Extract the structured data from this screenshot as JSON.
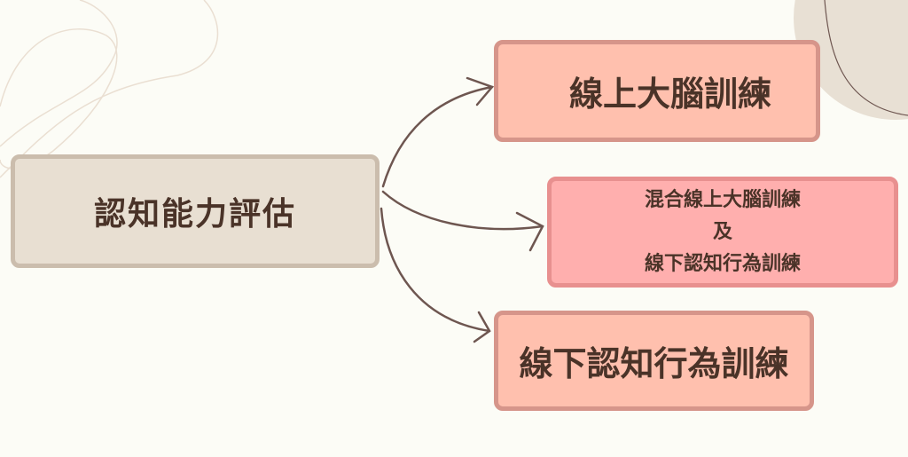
{
  "center": {
    "label": "認知能力評估"
  },
  "branches": [
    {
      "lines": [
        "線上大腦訓練"
      ]
    },
    {
      "lines": [
        "混合線上大腦訓練",
        "及",
        "線下認知行為訓練"
      ]
    },
    {
      "lines": [
        "線下認知行為訓練"
      ]
    }
  ],
  "colors": {
    "background": "#fcfcf6",
    "center": "#e8dfd2",
    "branch": "#ffc0ae",
    "branch_mixed": "#ffafae",
    "text": "#4a3328",
    "arrow": "#6e5650"
  }
}
